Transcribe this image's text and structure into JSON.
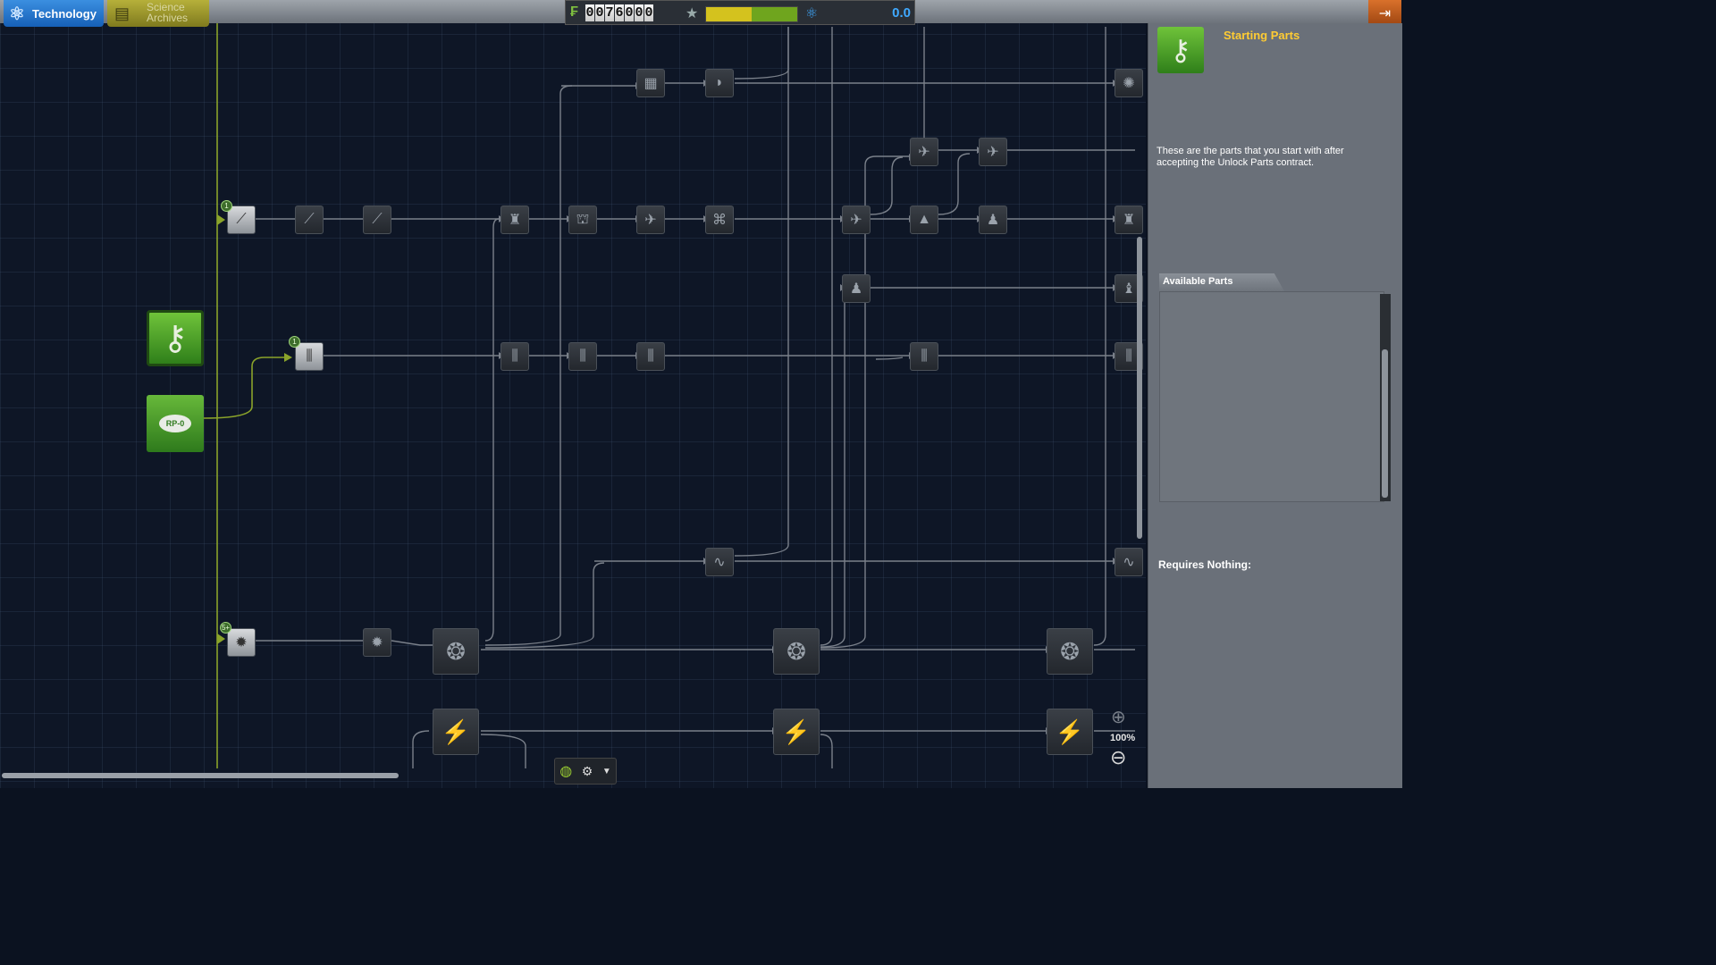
{
  "tabs": {
    "technology": "Technology",
    "science_archives": "Science Archives"
  },
  "resources": {
    "funds_digits": [
      "0",
      "0",
      "7",
      "6",
      "0",
      "0",
      "0"
    ],
    "science": "0.0",
    "colors": {
      "funds": "#7fbf3f",
      "science": "#3fa9ff"
    }
  },
  "nodes": {
    "badge_1": "1",
    "badge_2": "1",
    "badge_3": "5+",
    "start_logo_text": "RP-0"
  },
  "zoom": {
    "level": "100%"
  },
  "panel": {
    "title": "Starting Parts",
    "description": "These are the parts that you start with after accepting the Unlock Parts contract.",
    "available_parts_tab": "Available Parts",
    "requires": "Requires Nothing:"
  },
  "colors": {
    "accent_green": "#5aa52c",
    "title_yellow": "#ffcc33",
    "tree_bg": "#0e1626",
    "line": "#7a808a",
    "start_line": "#8aa32a"
  }
}
